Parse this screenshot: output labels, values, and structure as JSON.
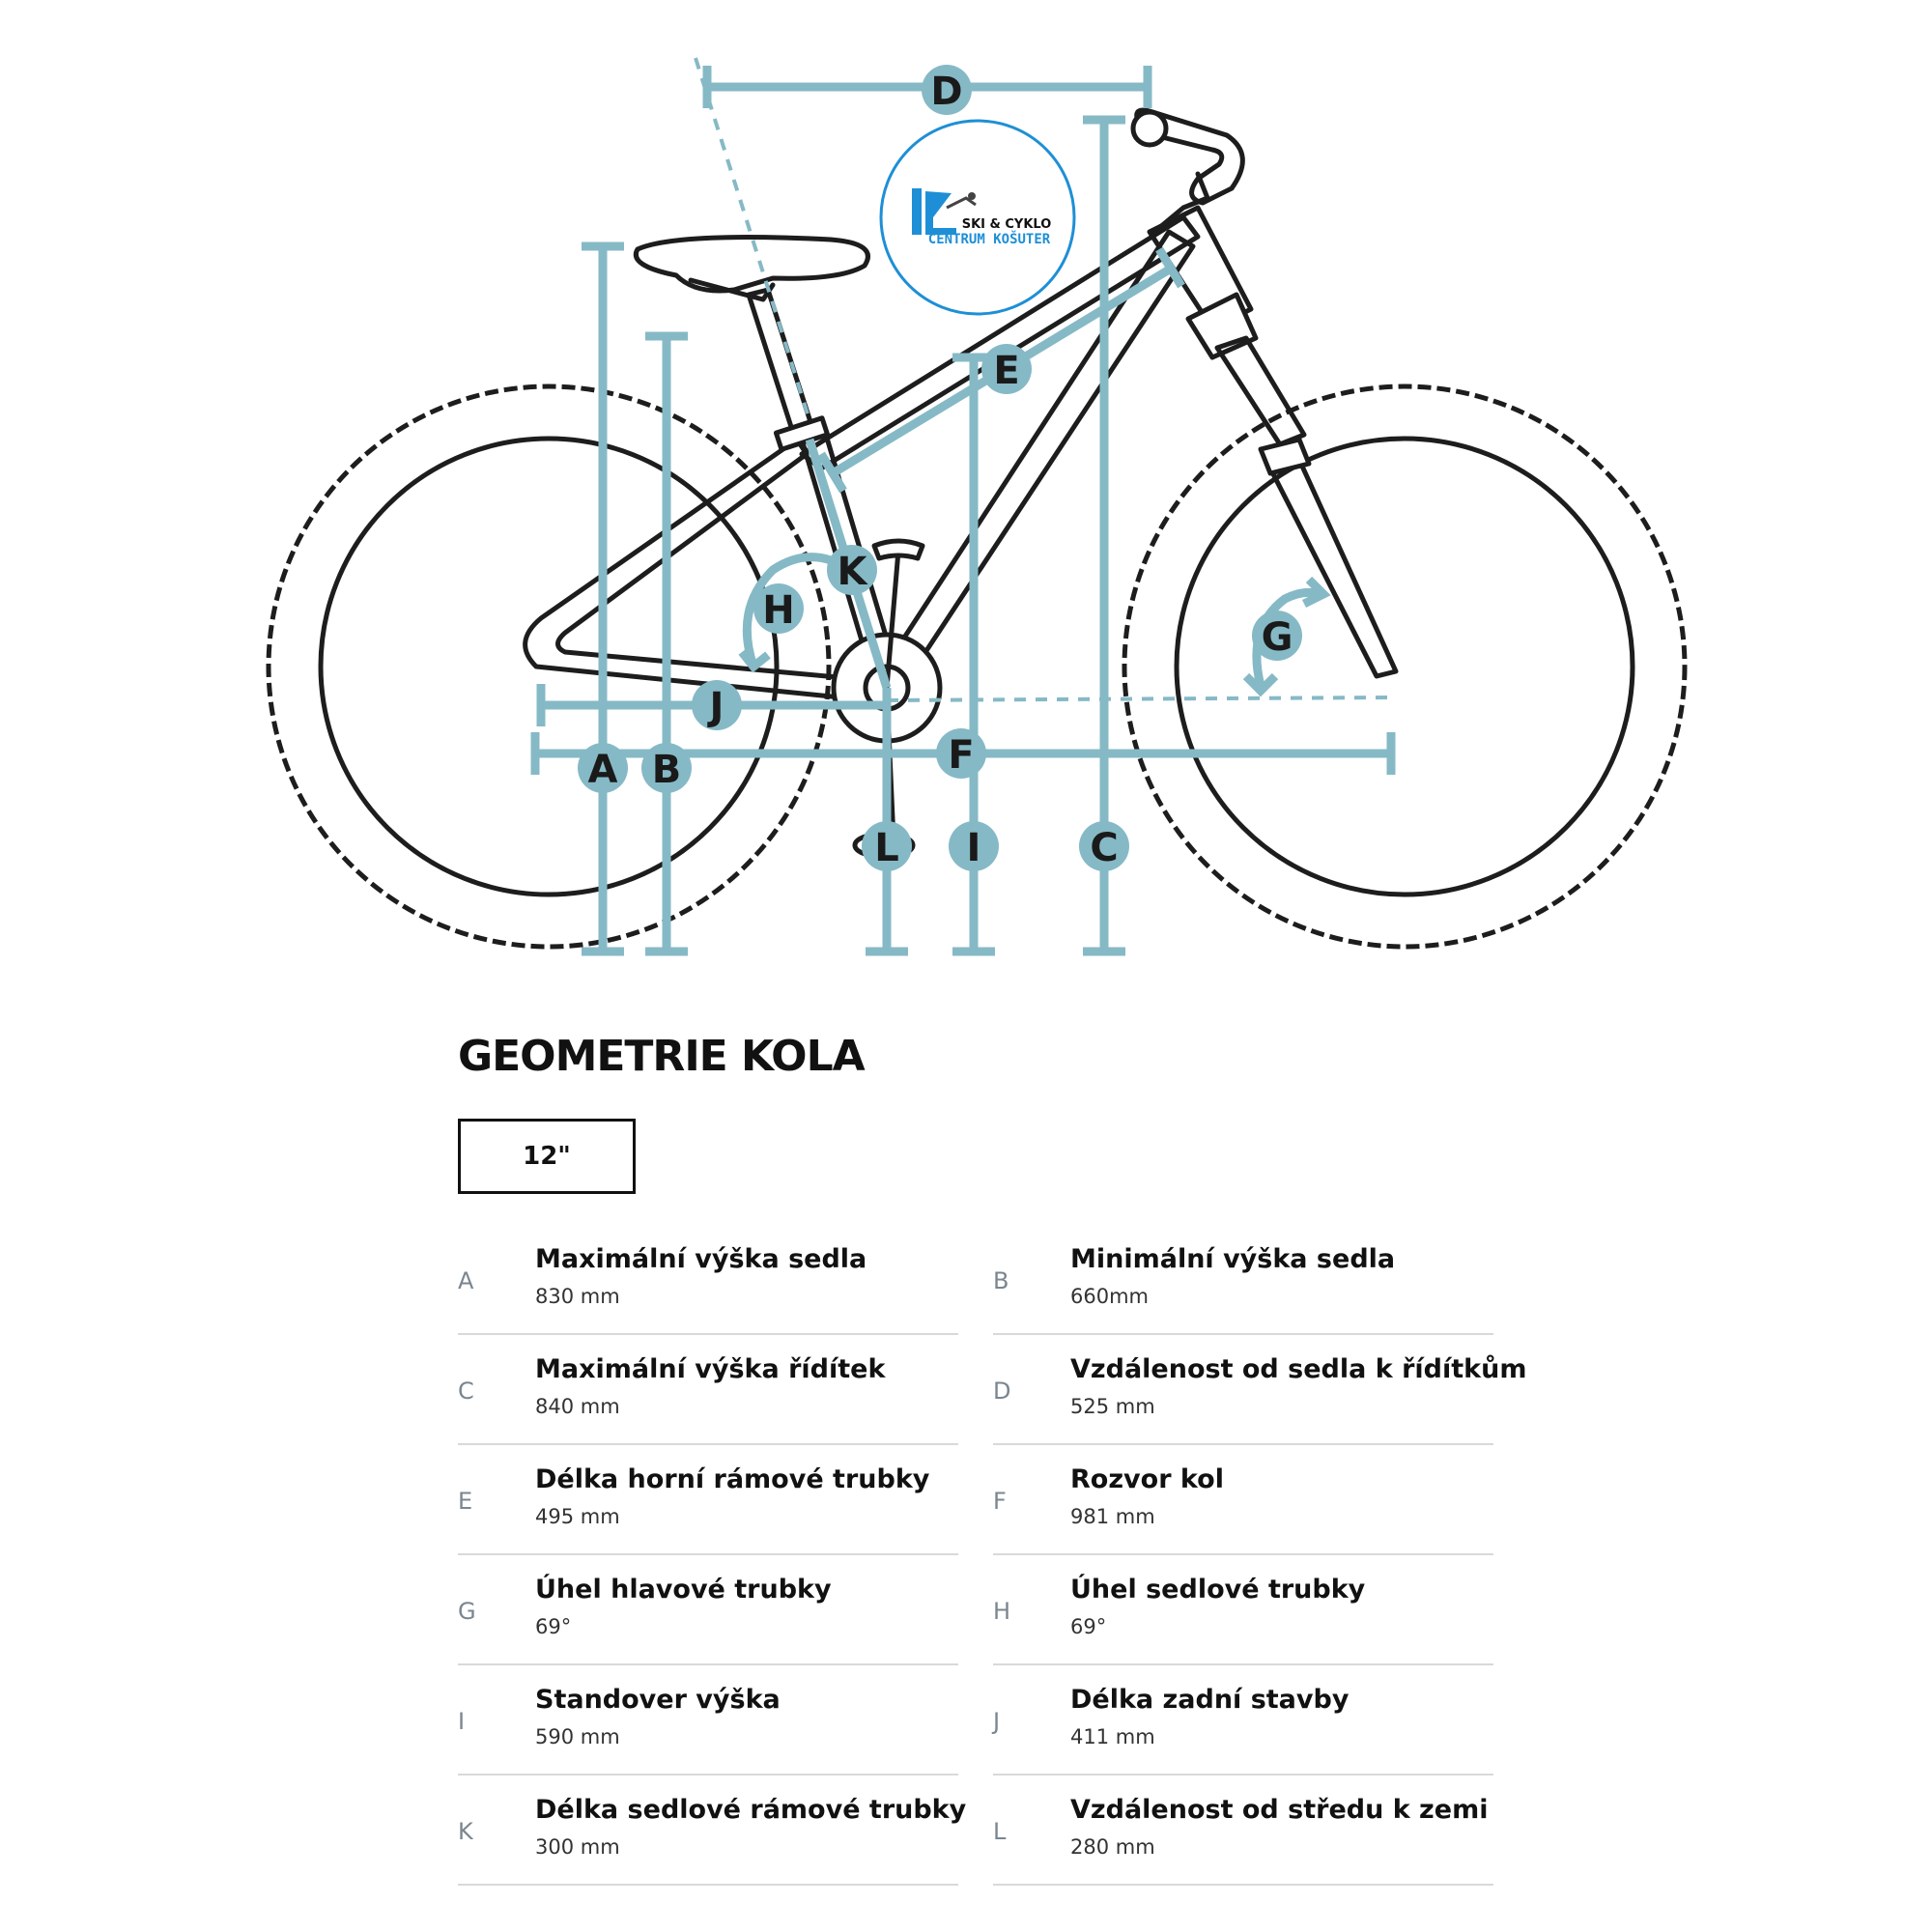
{
  "logo": {
    "line1": "SKI & CYKLO",
    "line2": "CENTRUM KOŠUTER"
  },
  "diagram_labels": [
    "A",
    "B",
    "C",
    "D",
    "E",
    "F",
    "G",
    "H",
    "I",
    "J",
    "K",
    "L"
  ],
  "title": "GEOMETRIE KOLA",
  "size_label": "12\"",
  "specs": [
    {
      "letter": "A",
      "label": "Maximální výška sedla",
      "value": "830 mm"
    },
    {
      "letter": "B",
      "label": "Minimální výška sedla",
      "value": "660mm"
    },
    {
      "letter": "C",
      "label": "Maximální výška řídítek",
      "value": "840 mm"
    },
    {
      "letter": "D",
      "label": "Vzdálenost od sedla k řídítkům",
      "value": "525 mm"
    },
    {
      "letter": "E",
      "label": "Délka horní rámové trubky",
      "value": "495 mm"
    },
    {
      "letter": "F",
      "label": "Rozvor kol",
      "value": "981 mm"
    },
    {
      "letter": "G",
      "label": "Úhel hlavové trubky",
      "value": "69°"
    },
    {
      "letter": "H",
      "label": "Úhel sedlové trubky",
      "value": "69°"
    },
    {
      "letter": "I",
      "label": "Standover výška",
      "value": "590 mm"
    },
    {
      "letter": "J",
      "label": "Délka zadní stavby",
      "value": "411 mm"
    },
    {
      "letter": "K",
      "label": "Délka sedlové rámové trubky",
      "value": "300 mm"
    },
    {
      "letter": "L",
      "label": "Vzdálenost od středu k zemi",
      "value": "280 mm"
    }
  ],
  "colors": {
    "dimension": "#86b9c6",
    "frame": "#1d1d1d",
    "logo_blue": "#1e8fd6"
  }
}
